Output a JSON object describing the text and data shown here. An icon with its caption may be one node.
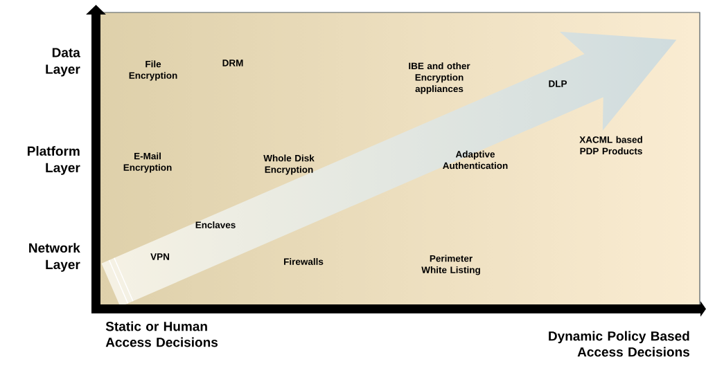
{
  "diagram": {
    "labels": [
      "Data Layer",
      "File Encryption",
      "DRM",
      "IBE and other Encryption appliances",
      "DLP",
      "XACML based PDP Products",
      "Platform Layer",
      "E-Mail Encryption",
      "Whole Disk Encryption",
      "Adaptive Authentication",
      "Enclaves",
      "Network Layer",
      "VPN",
      "Firewalls",
      "Perimeter White Listing",
      "Static or Human Access Decisions",
      "Dynamic Policy Based Access Decisions"
    ]
  }
}
